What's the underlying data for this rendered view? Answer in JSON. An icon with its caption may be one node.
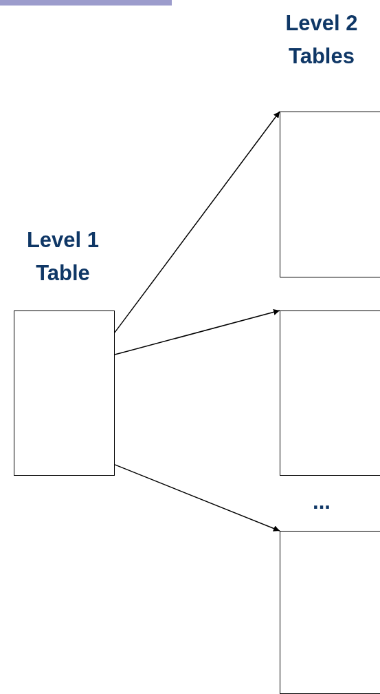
{
  "diagram": {
    "nodes": [
      {
        "text": [
          "Level 1 Table"
        ]
      },
      {
        "text": [],
        "shape": "box"
      },
      {
        "text": [],
        "shape": "box"
      },
      {
        "text": [],
        "shape": "box"
      }
    ],
    "edges": [
      {
        "from": 0,
        "to": 1,
        "arrow": "to"
      },
      {
        "from": 0,
        "to": 2,
        "arrow": "to"
      },
      {
        "from": 0,
        "to": 3,
        "arrow": "to"
      }
    ],
    "labels": [
      "Level 2 Tables",
      "..."
    ]
  }
}
